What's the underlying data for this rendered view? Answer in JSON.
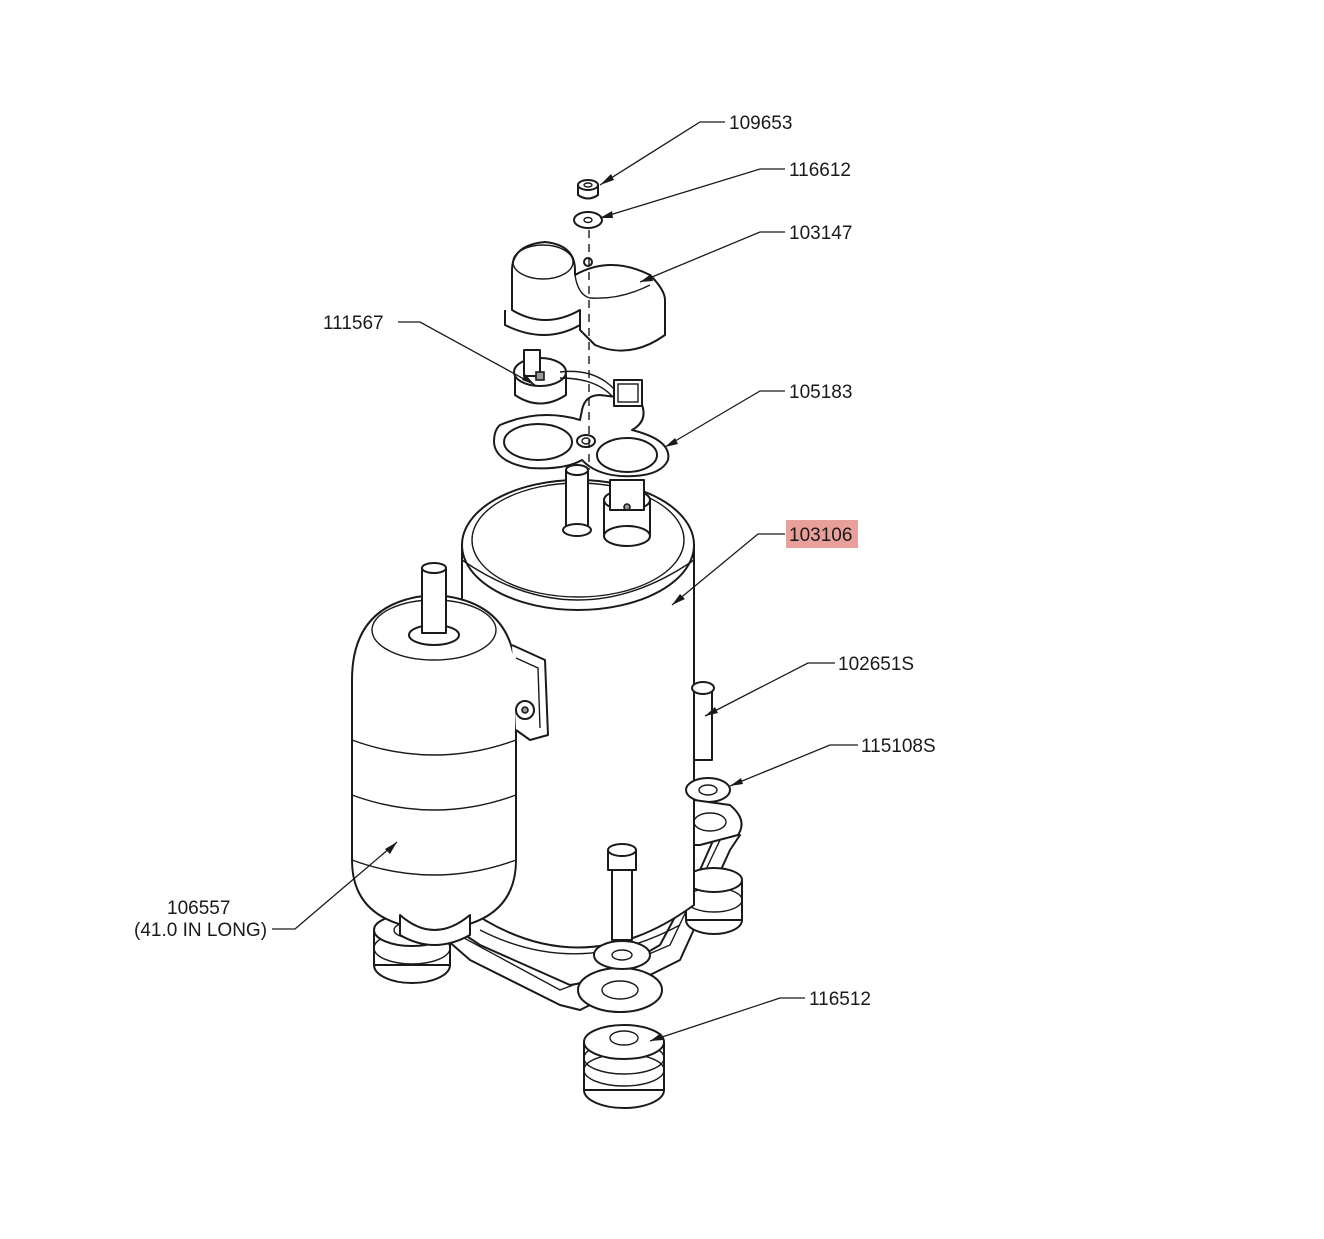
{
  "callouts": {
    "nut": "109653",
    "washer_top": "116612",
    "terminal_cover": "103147",
    "overload": "111567",
    "gasket": "105183",
    "compressor": "103106",
    "bolt": "102651S",
    "washer_side": "115108S",
    "accumulator_line1": "106557",
    "accumulator_line2": "(41.0 IN LONG)",
    "grommet": "116512"
  },
  "highlight_color": "#e9a09a",
  "highlighted_callout": "103106"
}
